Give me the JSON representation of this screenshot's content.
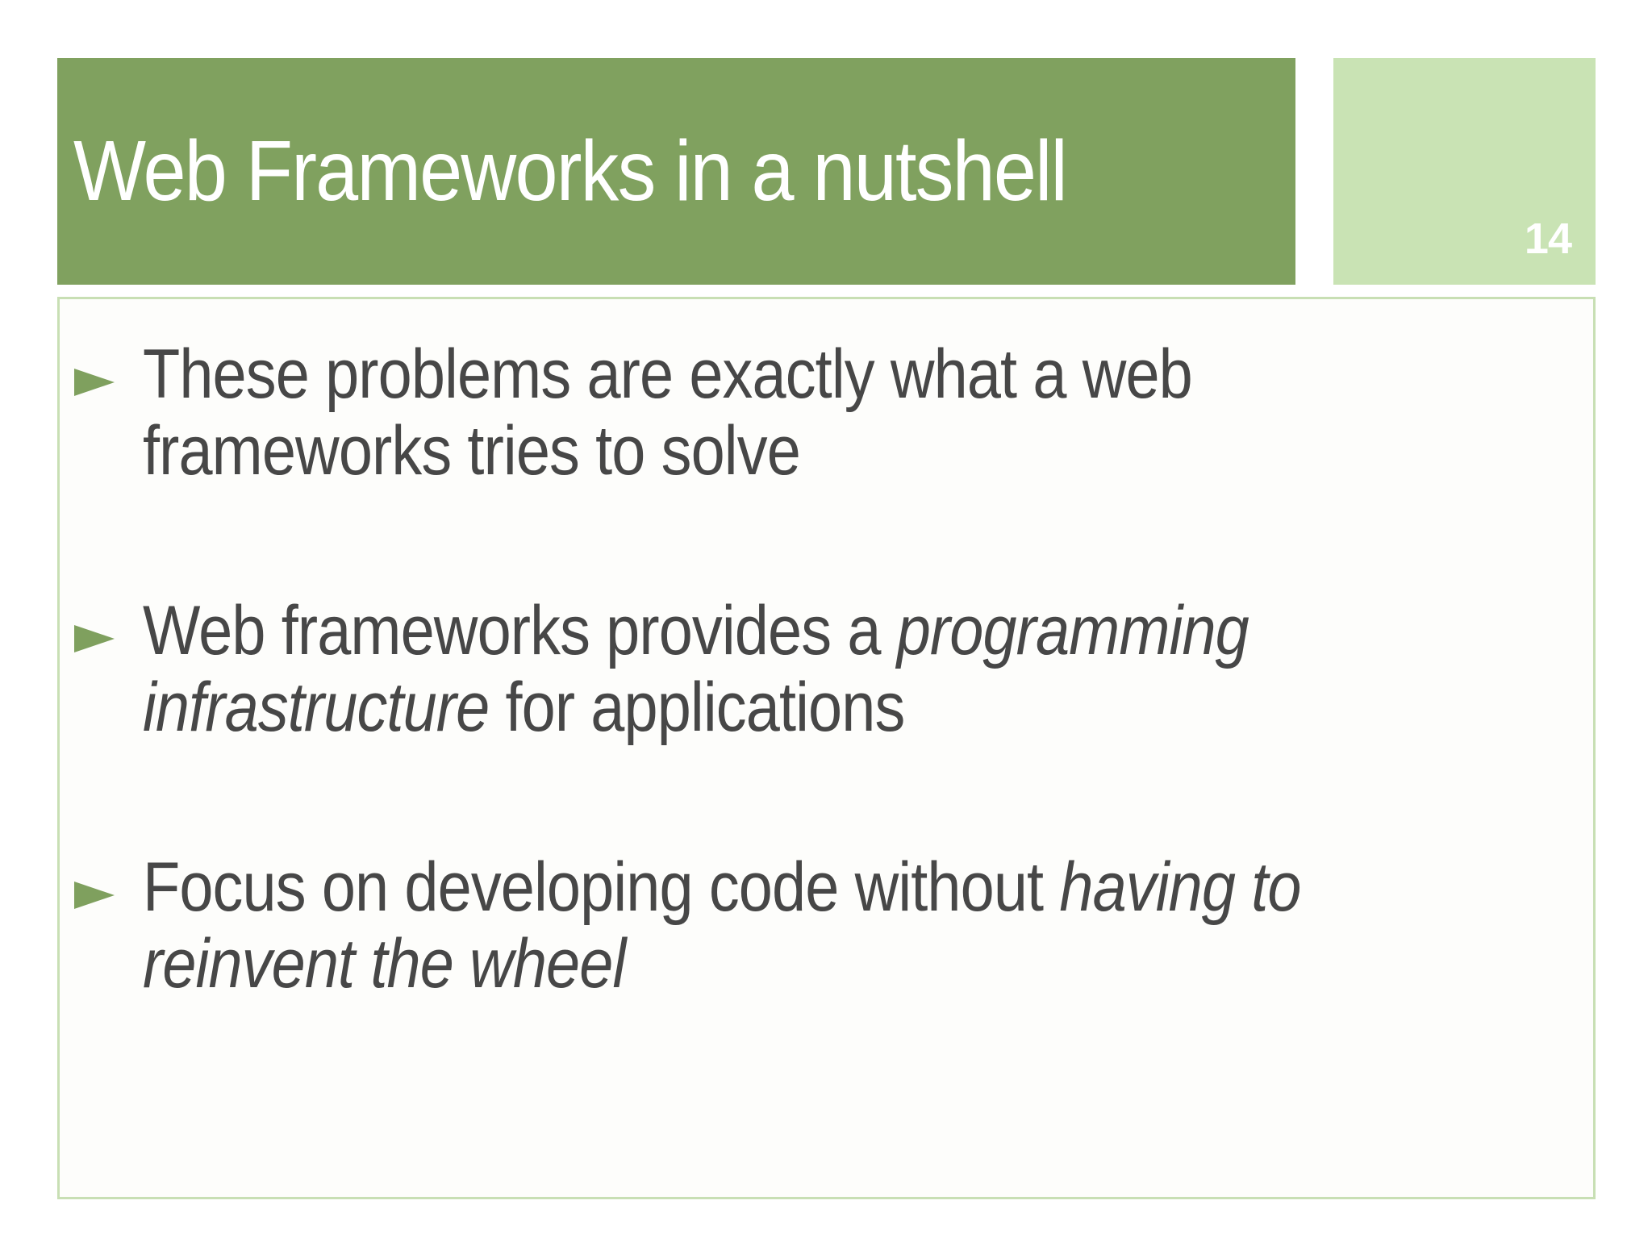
{
  "slide": {
    "title": "Web Frameworks in a nutshell",
    "page_number": "14"
  },
  "colors": {
    "header_green": "#80A15F",
    "page_box_green": "#C9E3B4",
    "content_border_green": "#C8DFB4",
    "bullet_green": "#7FA05E",
    "body_text": "#474747",
    "title_text": "#FFFFFF"
  },
  "bullets": [
    {
      "lines": [
        [
          {
            "t": "These problems are exactly what a web"
          }
        ],
        [
          {
            "t": "frameworks tries to solve"
          }
        ]
      ]
    },
    {
      "lines": [
        [
          {
            "t": "Web frameworks provides a "
          },
          {
            "t": "programming",
            "i": true
          }
        ],
        [
          {
            "t": "infrastructure",
            "i": true
          },
          {
            "t": " for applications"
          }
        ]
      ]
    },
    {
      "lines": [
        [
          {
            "t": "Focus on developing code without "
          },
          {
            "t": "having to",
            "i": true
          }
        ],
        [
          {
            "t": "reinvent the wheel",
            "i": true
          }
        ]
      ]
    }
  ]
}
